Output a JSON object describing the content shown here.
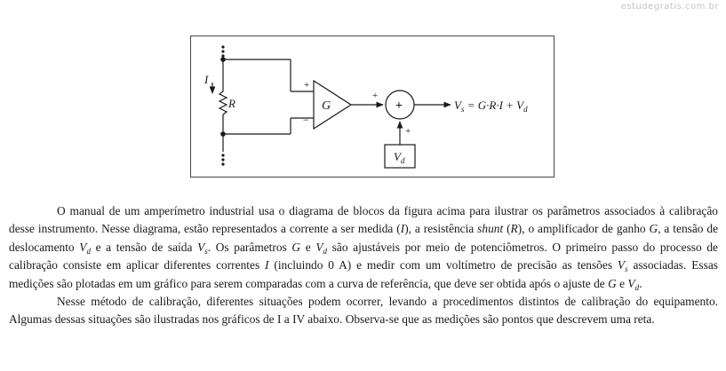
{
  "watermark": "estudegratis.com.br",
  "diagram": {
    "label_I": "I",
    "label_R": "R",
    "label_G": "G",
    "label_plus_in": "+",
    "label_minus_in": "−",
    "label_plus_sum_left": "+",
    "label_sum": "+",
    "label_plus_sum_bottom": "+",
    "label_Vd_box": "V",
    "label_Vd_box_sub": "d",
    "output_equation": {
      "Vs_main": "V",
      "Vs_sub": "s",
      "equals": " = G·R·I + ",
      "Vd_main": "V",
      "Vd_sub": "d"
    }
  },
  "paragraph1": {
    "s1": "O manual de um amperímetro industrial usa o diagrama de blocos da figura acima para ilustrar os parâmetros associados à calibração desse instrumento. Nesse diagrama, estão representados a corrente a ser medida (",
    "I1": "I",
    "s2": "), a resistência ",
    "shunt": "shunt",
    "s3": " (",
    "R1": "R",
    "s4": "), o amplificador de ganho ",
    "G1": "G",
    "s5": ", a tensão de deslocamento ",
    "Vd1_main": "V",
    "Vd1_sub": "d",
    "s6": " e a tensão de saída ",
    "Vs1_main": "V",
    "Vs1_sub": "s",
    "s7": ". Os parâmetros ",
    "G2": "G",
    "s8": " e ",
    "Vd2_main": "V",
    "Vd2_sub": "d",
    "s9": " são ajustáveis por meio de potenciômetros. O primeiro passo do processo de calibração consiste em aplicar diferentes correntes ",
    "I2": "I",
    "s10": " (incluindo 0 A) e medir com um voltímetro de precisão as tensões ",
    "Vs2_main": "V",
    "Vs2_sub": "s",
    "s11": " associadas. Essas medições são plotadas em um gráfico para serem comparadas com a curva de referência, que deve ser obtida após o ajuste de ",
    "G3": "G",
    "s12": " e ",
    "Vd3_main": "V",
    "Vd3_sub": "d",
    "s13": "."
  },
  "paragraph2": "Nesse método de calibração, diferentes situações podem ocorrer, levando a procedimentos distintos de calibração do equipamento. Algumas dessas situações são ilustradas nos gráficos de I a IV abaixo. Observa-se que as medições são pontos que descrevem uma reta."
}
